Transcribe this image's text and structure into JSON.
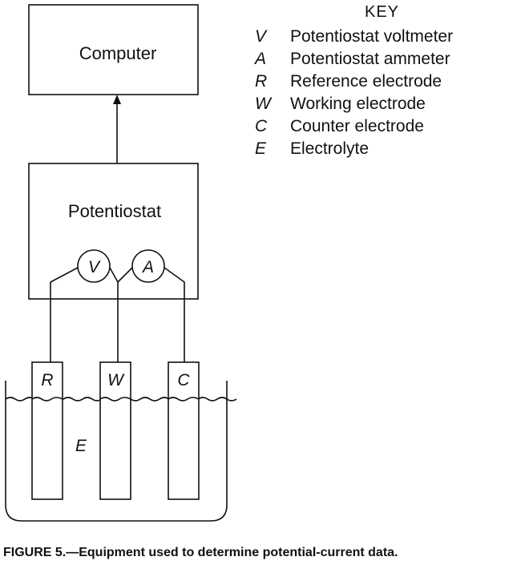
{
  "diagram": {
    "computer_label": "Computer",
    "potentiostat_label": "Potentiostat",
    "voltmeter_symbol": "V",
    "ammeter_symbol": "A",
    "electrodes": [
      {
        "symbol": "R"
      },
      {
        "symbol": "W"
      },
      {
        "symbol": "C"
      }
    ],
    "electrolyte_symbol": "E"
  },
  "key": {
    "title": "KEY",
    "items": [
      {
        "symbol": "V",
        "label": "Potentiostat voltmeter"
      },
      {
        "symbol": "A",
        "label": "Potentiostat ammeter"
      },
      {
        "symbol": "R",
        "label": "Reference electrode"
      },
      {
        "symbol": "W",
        "label": "Working electrode"
      },
      {
        "symbol": "C",
        "label": "Counter electrode"
      },
      {
        "symbol": "E",
        "label": "Electrolyte"
      }
    ]
  },
  "caption": "FIGURE 5.—Equipment used to determine potential-current data."
}
